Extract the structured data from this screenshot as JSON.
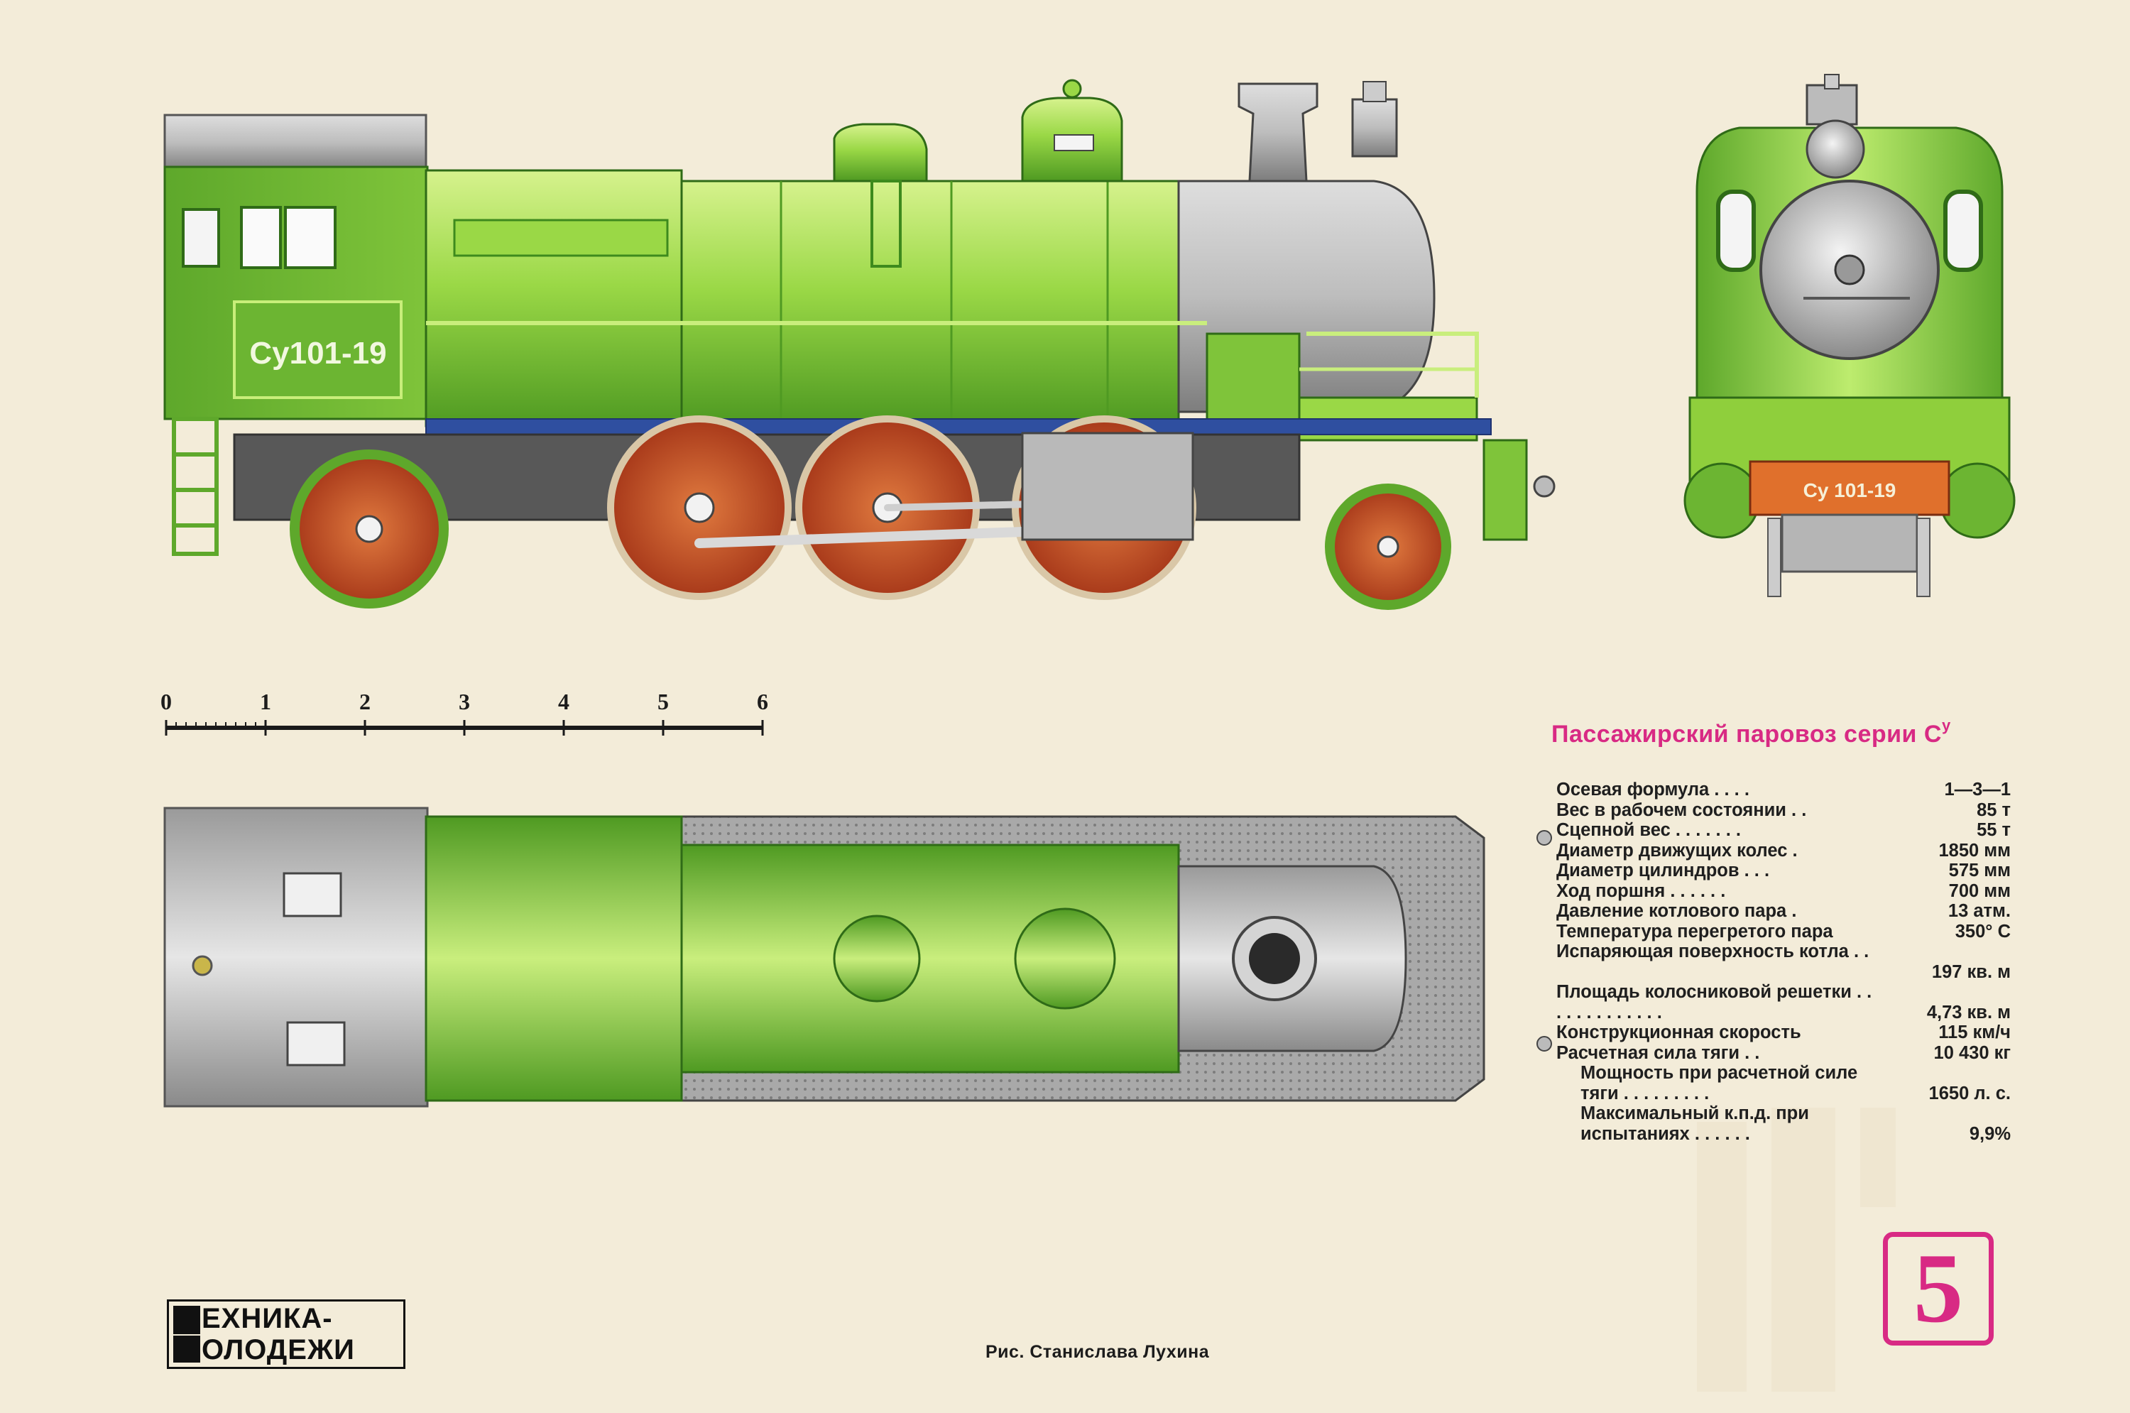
{
  "colors": {
    "background": "#f3ecd9",
    "boiler_green": "#8fcf3c",
    "dark_green": "#3d8a1d",
    "light_green": "#c9ee7d",
    "wheel_red": "#c24a1f",
    "smokebox_gray": "#b9b9b9",
    "accent_magenta": "#d82a84"
  },
  "locomotive": {
    "number_plate": "Су101-19",
    "front_plate": "Су  101-19"
  },
  "scale": {
    "ticks": [
      "0",
      "1",
      "2",
      "3",
      "4",
      "5",
      "6"
    ]
  },
  "title": {
    "text": "Пассажирский паровоз серии С",
    "superscript": "у"
  },
  "specs": [
    {
      "label": "Осевая формула . . . .",
      "value": "1—3—1"
    },
    {
      "label": "Вес в рабочем состоянии . .",
      "value": "85 т"
    },
    {
      "label": "Сцепной вес . . . . . . .",
      "value": "55 т"
    },
    {
      "label": "Диаметр движущих колес .",
      "value": "1850 мм"
    },
    {
      "label": "Диаметр цилиндров . . .",
      "value": "575 мм"
    },
    {
      "label": "Ход поршня . . . . . .",
      "value": "700 мм"
    },
    {
      "label": "Давление котлового пара .",
      "value": "13 атм."
    },
    {
      "label": "Температура перегретого пара",
      "value": "350° С"
    },
    {
      "label": "Испаряющая поверхность котла . .",
      "value": ""
    },
    {
      "label": "",
      "value": "197 кв. м",
      "value_only": true
    },
    {
      "label": "Площадь колосниковой решетки . .",
      "value": ""
    },
    {
      "label": ". . . . . . . . . . .",
      "value": "4,73 кв. м"
    },
    {
      "label": "Конструкционная скорость",
      "value": "115 км/ч"
    },
    {
      "label": "Расчетная сила тяги . .",
      "value": "10 430 кг"
    },
    {
      "label": "Мощность при расчетной силе",
      "value": "",
      "indent": true
    },
    {
      "label": "тяги . . . . . . . . .",
      "value": "1650 л. с.",
      "indent": true
    },
    {
      "label": "Максимальный к.п.д. при",
      "value": "",
      "indent": true
    },
    {
      "label": "испытаниях . . . . . .",
      "value": "9,9%",
      "indent": true
    }
  ],
  "logo": {
    "line1": "ЕХНИКА-",
    "line2": "ОЛОДЕЖИ"
  },
  "credit": "Рис. Станислава Лухина",
  "page_number": "5"
}
